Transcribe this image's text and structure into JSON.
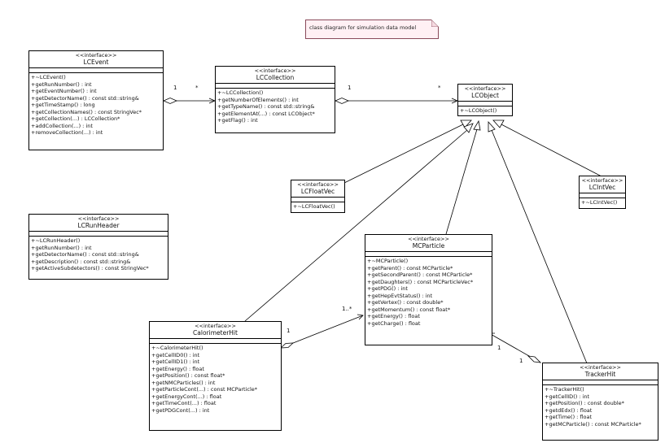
{
  "note": {
    "text": "class diagram for simulation data model"
  },
  "classes": {
    "lcevent": {
      "stereotype": "<<interface>>",
      "name": "LCEvent",
      "ops": [
        "+~LCEvent()",
        "+getRunNumber() : int",
        "+getEventNumber() : int",
        "+getDetectorName() : const std::string&",
        "+getTimeStamp() : long",
        "+getCollectionNames() : const StringVec*",
        "+getCollection(...) : LCCollection*",
        "+addCollection(...) : int",
        "+removeCollection(...) : int"
      ]
    },
    "lccollection": {
      "stereotype": "<<interface>>",
      "name": "LCCollection",
      "ops": [
        "+~LCCollection()",
        "+getNumberOfElements() : int",
        "+getTypeName() : const std::string&",
        "+getElementAt(...) : const LCObject*",
        "+getFlag() : int"
      ]
    },
    "lcobject": {
      "stereotype": "<<interface>>",
      "name": "LCObject",
      "ops": [
        "+~LCObject()"
      ]
    },
    "lcfloatvec": {
      "stereotype": "<<interface>>",
      "name": "LCFloatVec",
      "ops": [
        "+~LCFloatVec()"
      ]
    },
    "lcintvec": {
      "stereotype": "<<interface>>",
      "name": "LCIntVec",
      "ops": [
        "+~LCIntVec()"
      ]
    },
    "lcrunheader": {
      "stereotype": "<<interface>>",
      "name": "LCRunHeader",
      "ops": [
        "+~LCRunHeader()",
        "+getRunNumber() : int",
        "+getDetectorName() : const std::string&",
        "+getDescription() : const std::string&",
        "+getActiveSubdetectors() : const StringVec*"
      ]
    },
    "mcparticle": {
      "stereotype": "<<interface>>",
      "name": "MCParticle",
      "ops": [
        "+~MCParticle()",
        "+getParent() : const MCParticle*",
        "+getSecondParent() : const MCParticle*",
        "+getDaughters() : const MCParticleVec*",
        "+getPDG() : int",
        "+getHepEvtStatus() : int",
        "+getVertex() : const double*",
        "+getMomentum() : const float*",
        "+getEnergy() : float",
        "+getCharge() : float"
      ]
    },
    "calorimeterhit": {
      "stereotype": "<<interface>>",
      "name": "CalorimeterHit",
      "ops": [
        "+~CalorimeterHit()",
        "+getCellID0() : int",
        "+getCellID1() : int",
        "+getEnergy() : float",
        "+getPosition() : const float*",
        "+getNMCParticles() : int",
        "+getParticleCont(...) : const MCParticle*",
        "+getEnergyCont(...) : float",
        "+getTimeCont(...) : float",
        "+getPDGCont(...) : int"
      ]
    },
    "trackerhit": {
      "stereotype": "<<interface>>",
      "name": "TrackerHit",
      "ops": [
        "+~TrackerHit()",
        "+getCellID() : int",
        "+getPosition() : const double*",
        "+getdEdx() : float",
        "+getTime() : float",
        "+getMCParticle() : const MCParticle*"
      ]
    }
  },
  "multiplicities": {
    "event_one": "1",
    "event_many": "*",
    "collection_one": "1",
    "collection_many": "*",
    "calo_one": "1",
    "calo_many": "1..*",
    "tracker_one": "1",
    "tracker_other": "1"
  }
}
